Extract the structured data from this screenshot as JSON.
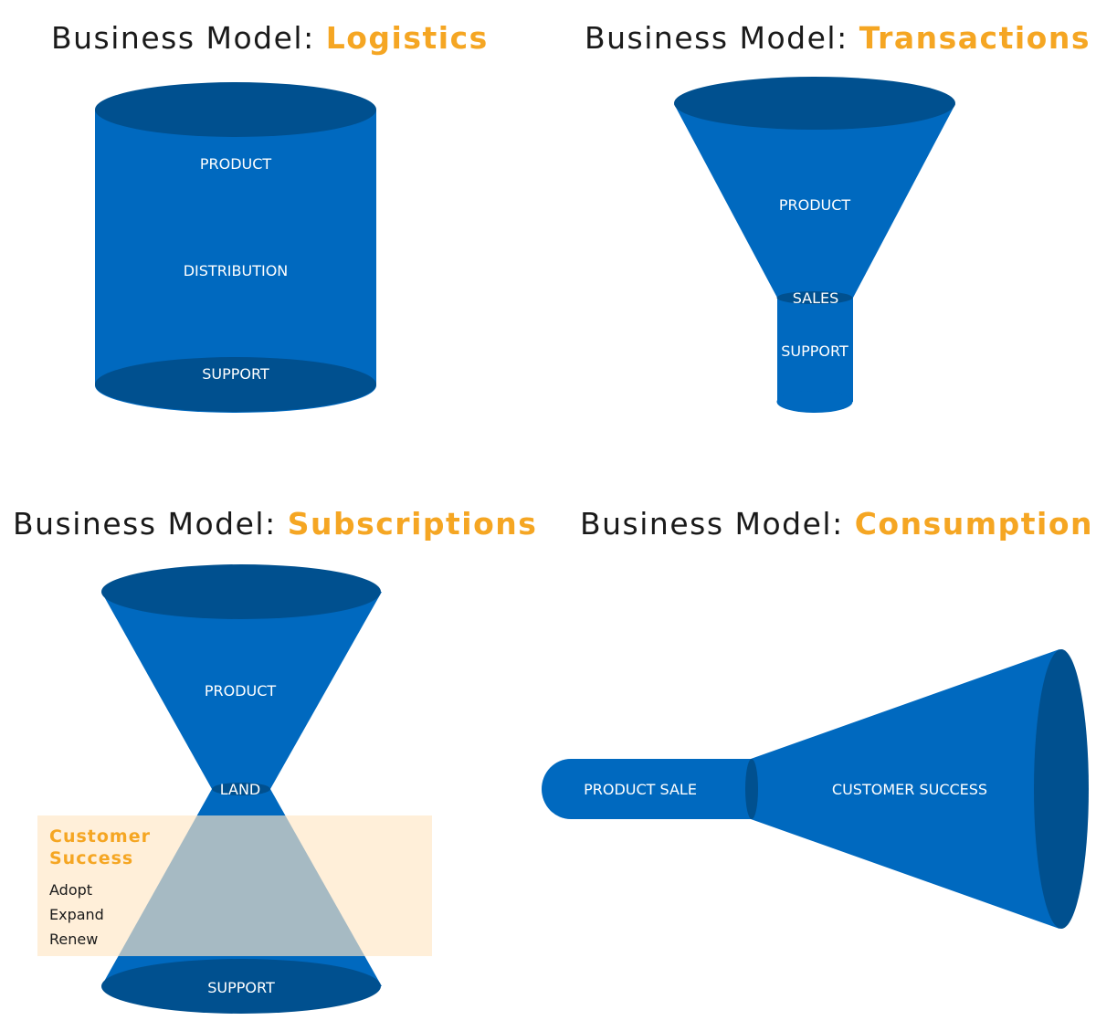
{
  "colors": {
    "accent": "#f5a623",
    "shape_body": "#0069bf",
    "shape_face": "#00508f",
    "overlay": "#ffe7c4",
    "overlap": "#2f78a6"
  },
  "panels": {
    "logistics": {
      "title_prefix": "Business Model: ",
      "title_accent": "Logistics",
      "labels": {
        "product": "PRODUCT",
        "distribution": "DISTRIBUTION",
        "support": "SUPPORT"
      }
    },
    "transactions": {
      "title_prefix": "Business Model: ",
      "title_accent": "Transactions",
      "labels": {
        "product": "PRODUCT",
        "sales": "SALES",
        "support": "SUPPORT"
      }
    },
    "subscriptions": {
      "title_prefix": "Business Model: ",
      "title_accent": "Subscriptions",
      "labels": {
        "product": "PRODUCT",
        "land": "LAND",
        "support": "SUPPORT"
      },
      "customer_success": {
        "heading_line1": "Customer",
        "heading_line2": "Success",
        "items": [
          "Adopt",
          "Expand",
          "Renew"
        ]
      }
    },
    "consumption": {
      "title_prefix": "Business Model: ",
      "title_accent": "Consumption",
      "labels": {
        "product_sale": "PRODUCT SALE",
        "customer_success": "CUSTOMER SUCCESS"
      }
    }
  }
}
